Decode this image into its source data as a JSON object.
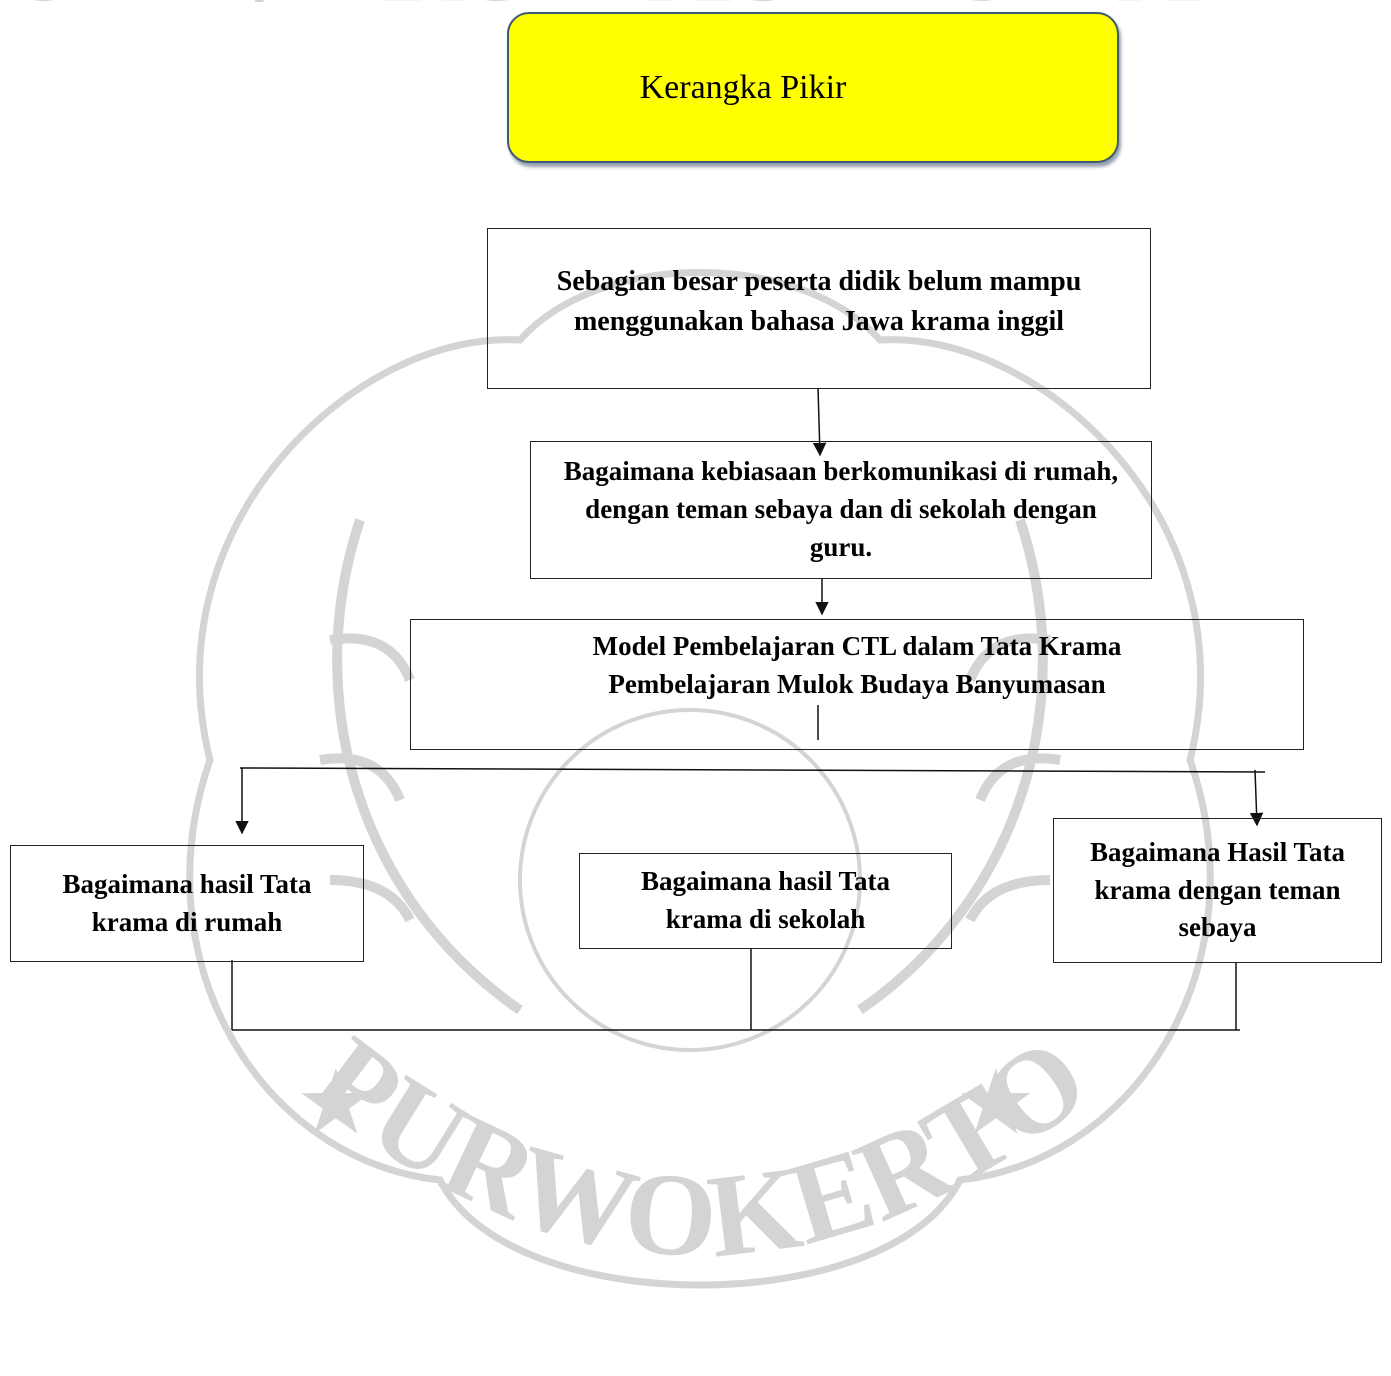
{
  "diagram": {
    "title": "Kerangka Pikir",
    "problem": "Sebagian besar peserta didik  belum mampu menggunakan bahasa Jawa krama inggil",
    "question": "Bagaimana kebiasaan berkomunikasi di rumah, dengan teman sebaya dan di sekolah dengan guru.",
    "model": "Model Pembelajaran CTL dalam Tata Krama Pembelajaran Mulok Budaya Banyumasan",
    "outcome_home": "Bagaimana hasil Tata krama di rumah",
    "outcome_school": "Bagaimana hasil Tata krama di sekolah",
    "outcome_peers": "Bagaimana Hasil Tata krama dengan teman sebaya"
  },
  "watermark": {
    "arc_top": "UNIVERSITAS MUHAMMADIYAH",
    "arc_bottom": "PURWOKERTO",
    "color": "#d4d4d4"
  },
  "colors": {
    "title_fill": "#ffff00",
    "title_border": "#3c5a73",
    "box_border": "#222222"
  }
}
